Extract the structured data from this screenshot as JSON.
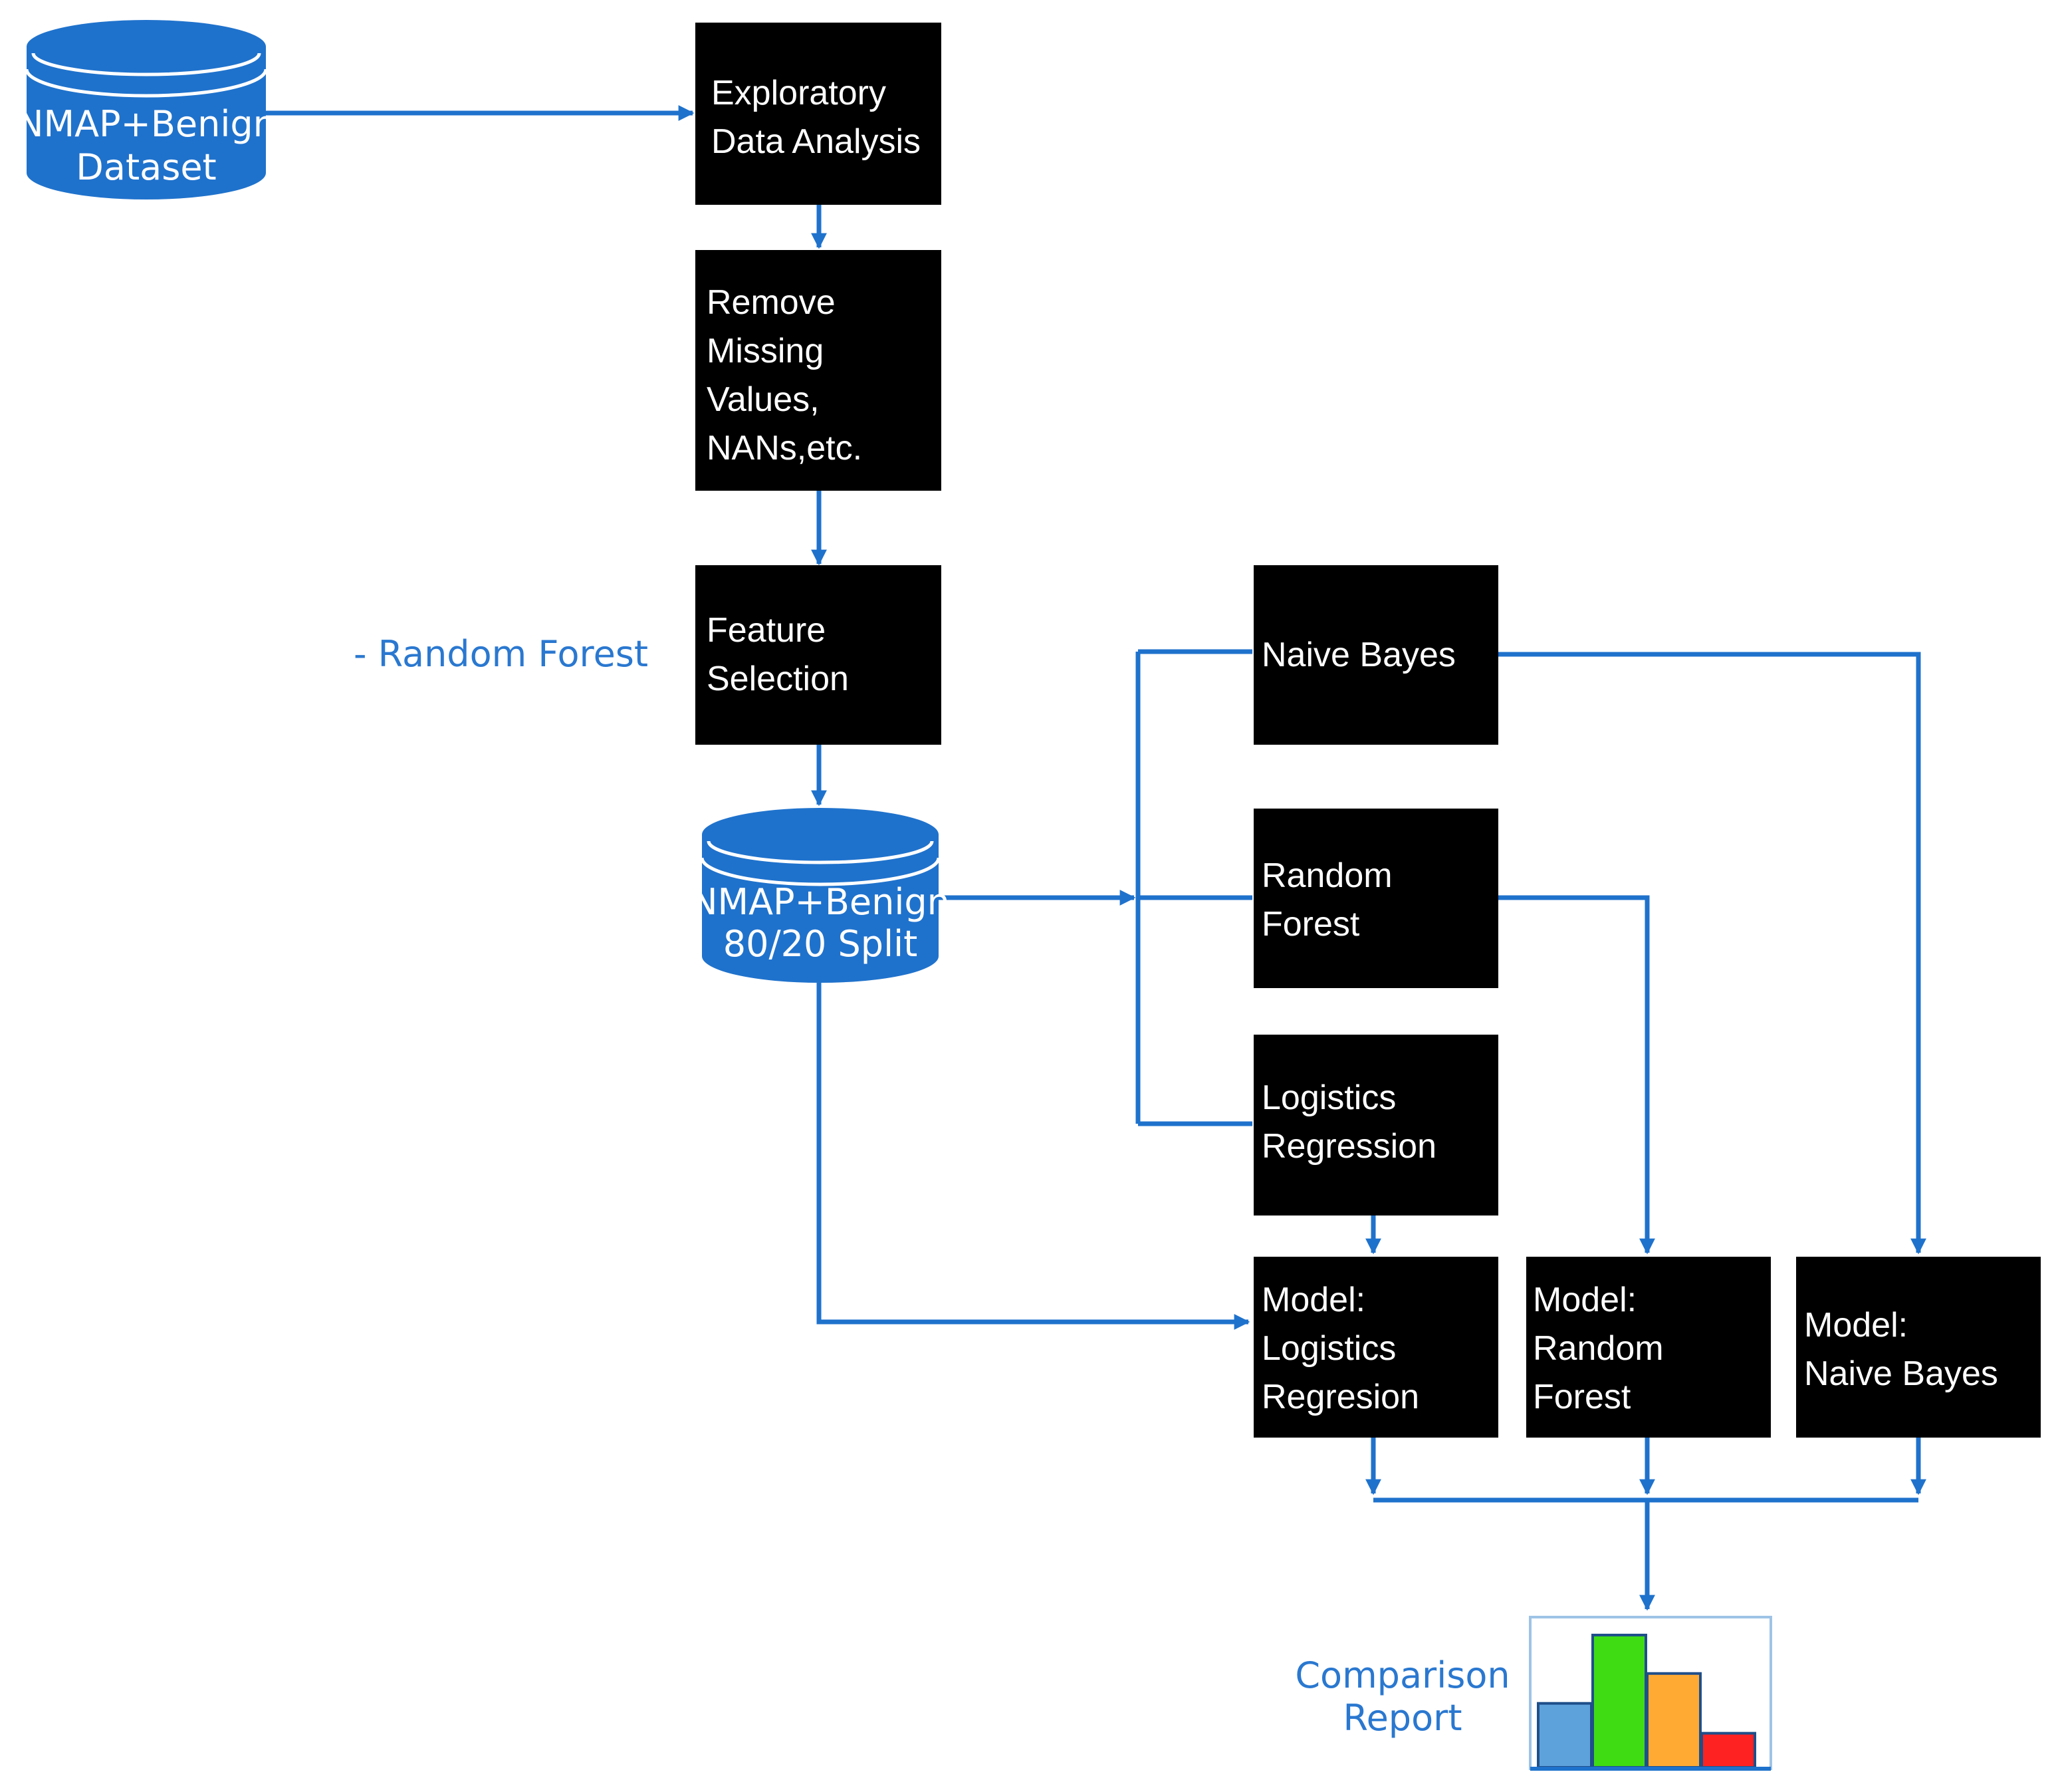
{
  "colors": {
    "accent": "#1f72cc",
    "box": "#000000",
    "box_text": "#ffffff",
    "note_text": "#2a78d0",
    "report_bars": [
      "#5ea2dc",
      "#3fdc14",
      "#ffaa33",
      "#ff2222"
    ],
    "report_bar_outline": "#1f4f8a"
  },
  "nodes": {
    "dataset": {
      "lines": [
        "NMAP+Benign",
        "Dataset"
      ]
    },
    "eda": {
      "lines": [
        "Exploratory",
        "Data Analysis"
      ]
    },
    "remove_missing": {
      "lines": [
        "Remove",
        "Missing",
        "Values,",
        "NANs,etc."
      ]
    },
    "feature_selection": {
      "lines": [
        "Feature",
        "Selection"
      ]
    },
    "feature_note": {
      "text": "- Random Forest"
    },
    "split": {
      "lines": [
        "NMAP+Benign",
        "80/20 Split"
      ]
    },
    "naive_bayes": {
      "lines": [
        "Naive Bayes"
      ]
    },
    "random_forest": {
      "lines": [
        "Random",
        "Forest"
      ]
    },
    "logistic_regression": {
      "lines": [
        "Logistics",
        "Regression"
      ]
    },
    "model_lr": {
      "lines": [
        "Model:",
        "Logistics",
        "Regresion"
      ]
    },
    "model_rf": {
      "lines": [
        "Model:",
        "Random",
        "Forest"
      ]
    },
    "model_nb": {
      "lines": [
        "Model:",
        "Naive Bayes"
      ]
    },
    "report": {
      "lines": [
        "Comparison",
        "Report"
      ]
    }
  },
  "report_bars": [
    0.45,
    0.93,
    0.66,
    0.24
  ]
}
